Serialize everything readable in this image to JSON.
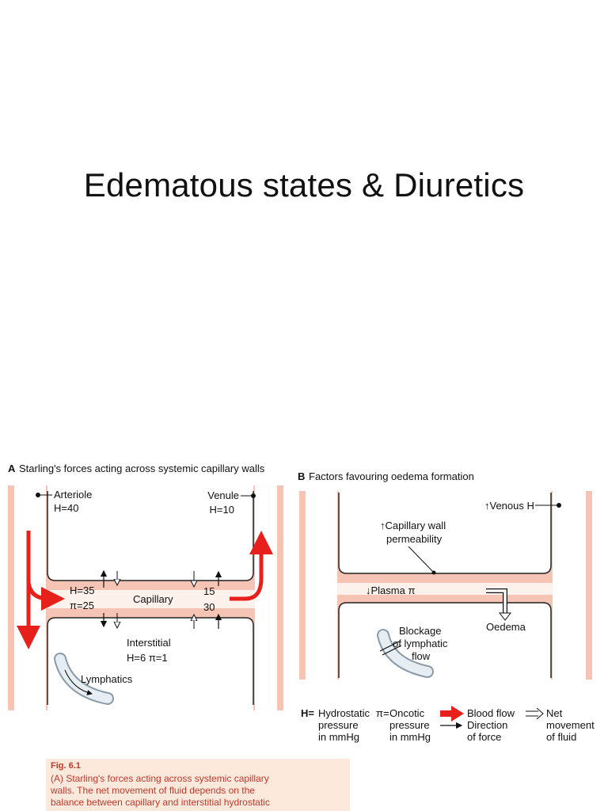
{
  "slide": {
    "title": "Edematous states & Diuretics"
  },
  "panel_a": {
    "letter": "A",
    "title": "Starling's forces acting across systemic capillary walls",
    "arteriole_label": "Arteriole",
    "arteriole_h": "H=40",
    "venule_label": "Venule",
    "venule_h": "H=10",
    "cap_h": "H=35",
    "cap_pi": "π=25",
    "capillary_label": "Capillary",
    "venous_top_value": "15",
    "venous_bottom_value": "30",
    "interstitial_label": "Interstitial",
    "interstitial_values": "H=6  π=1",
    "lymphatics_label": "Lymphatics"
  },
  "panel_b": {
    "letter": "B",
    "title": "Factors favouring oedema formation",
    "venous_h": "↑Venous H",
    "cap_wall_line1": "↑Capillary wall",
    "cap_wall_line2": "permeability",
    "plasma_pi": "↓Plasma π",
    "oedema": "Oedema",
    "blockage_line1": "Blockage",
    "blockage_line2": "of lymphatic",
    "blockage_line3": "flow"
  },
  "legend": {
    "h_key": "H=",
    "h_line1": "Hydrostatic",
    "h_line2": "pressure",
    "h_line3": "in mmHg",
    "pi_key": "π=",
    "pi_line1": "Oncotic",
    "pi_line2": "pressure",
    "pi_line3": "in mmHg",
    "blood_flow": "Blood flow",
    "direction_line1": "Direction",
    "direction_line2": "of force",
    "net_line1": "Net",
    "net_line2": "movement",
    "net_line3": "of fluid"
  },
  "caption": {
    "fig": "Fig. 6.1",
    "line1": "(A) Starling's forces acting across systemic capillary",
    "line2": "walls. The net movement of fluid depends on the",
    "line3": "balance between capillary and interstitial hydrostatic"
  },
  "colors": {
    "vessel": "#f5c4b4",
    "blood_flow": "#e8201c",
    "caption_bg": "#fde8dc",
    "caption_text": "#c0392b"
  }
}
